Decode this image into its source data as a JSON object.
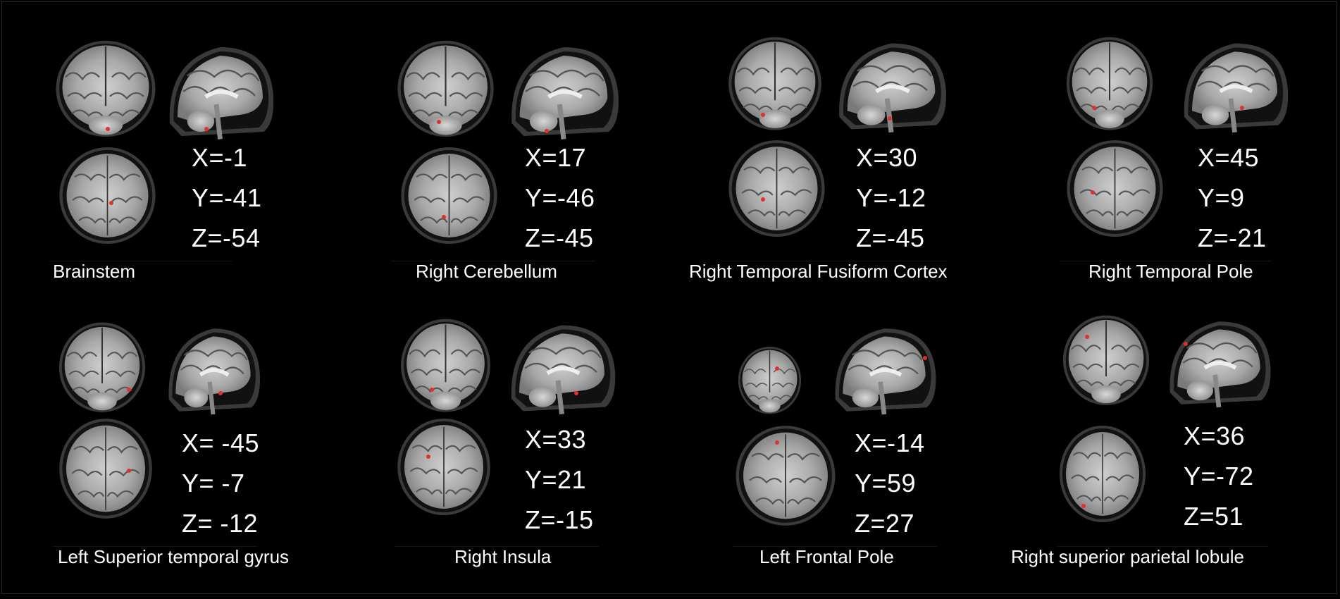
{
  "panels": [
    {
      "region": "Brainstem",
      "x": "X=-1",
      "y": "Y=-41",
      "z": "Z=-54"
    },
    {
      "region": "Right Cerebellum",
      "x": "X=17",
      "y": "Y=-46",
      "z": "Z=-45"
    },
    {
      "region": "Right Temporal Fusiform Cortex",
      "x": "X=30",
      "y": "Y=-12",
      "z": "Z=-45"
    },
    {
      "region": "Right Temporal Pole",
      "x": "X=45",
      "y": "Y=9",
      "z": "Z=-21"
    },
    {
      "region": "Left Superior temporal gyrus",
      "x": "X= -45",
      "y": "Y= -7",
      "z": "Z= -12"
    },
    {
      "region": "Right Insula",
      "x": "X=33",
      "y": "Y=21",
      "z": "Z=-15"
    },
    {
      "region": "Left Frontal Pole",
      "x": "X=-14",
      "y": "Y=59",
      "z": "Z=27"
    },
    {
      "region": "Right superior parietal lobule",
      "x": "X=36",
      "y": "Y=-72",
      "z": "Z=51"
    }
  ],
  "colors": {
    "background": "#000000",
    "marker": "#e03030",
    "text": "#ffffff"
  }
}
